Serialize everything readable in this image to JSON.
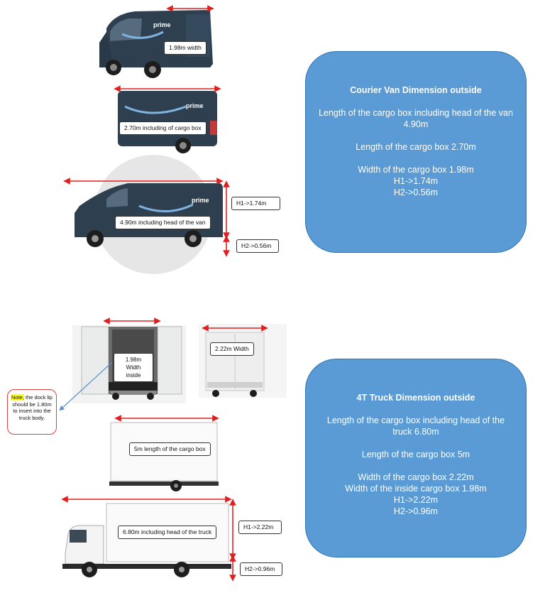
{
  "van": {
    "label_width": "1.98m width",
    "label_cargo": "2.70m including of cargo box",
    "label_length": "4.90m including head of the van",
    "label_h1": "H1->1.74m",
    "label_h2": "H2->0.56m",
    "brand": "prime",
    "panel": {
      "title": "Courier Van Dimension outside",
      "line1": "Length of the cargo box including head of the van 4.90m",
      "line2": "Length of the cargo box 2.70m",
      "line3": "Width of the cargo box 1.98m",
      "line4": "H1->1.74m",
      "line5": "H2->0.56m"
    }
  },
  "truck": {
    "label_inside": "1.98m Width inside",
    "label_width": "2.22m Width",
    "label_cargo": "5m length of the cargo box",
    "label_length": "6.80m including head of the truck",
    "label_h1": "H1->2.22m",
    "label_h2": "H2->0.96m",
    "note_highlight": "Note,",
    "note_text": " the dock lip should be 1.80m to insert into the truck body.",
    "panel": {
      "title": "4T Truck Dimension outside",
      "line1": "Length of the cargo box including head of the truck 6.80m",
      "line2": "Length of the cargo box 5m",
      "line3": "Width of the cargo box 2.22m",
      "line4": "Width of the inside cargo box 1.98m",
      "line5": "H1->2.22m",
      "line6": "H2->0.96m"
    }
  }
}
